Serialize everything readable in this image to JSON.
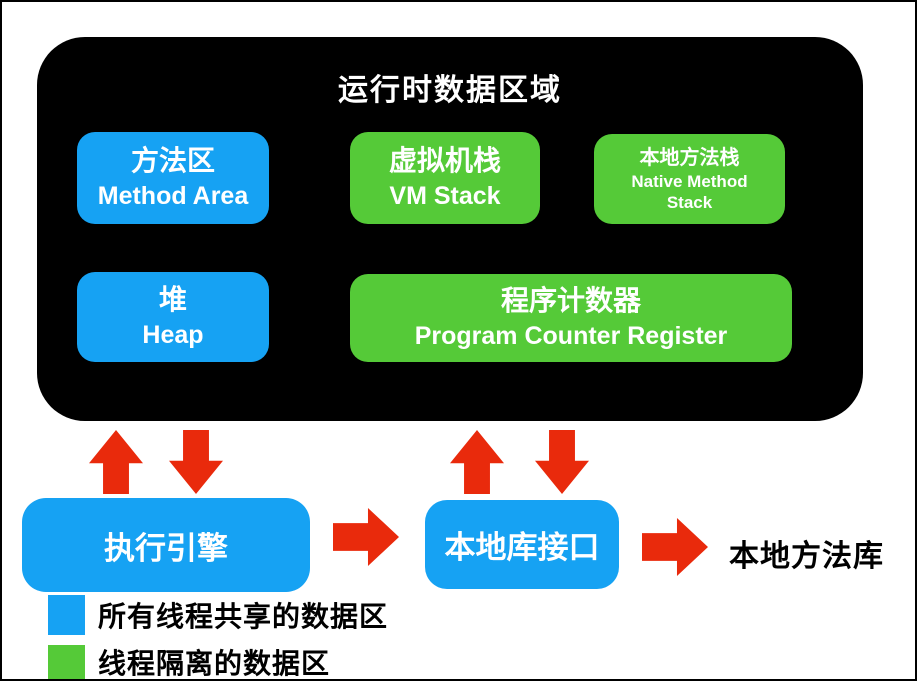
{
  "title": "运行时数据区域",
  "boxes": {
    "method_area": {
      "zh": "方法区",
      "en": "Method Area"
    },
    "vm_stack": {
      "zh": "虚拟机栈",
      "en": "VM Stack"
    },
    "native_method_stack": {
      "zh": "本地方法栈",
      "en_line1": "Native Method",
      "en_line2": "Stack"
    },
    "heap": {
      "zh": "堆",
      "en": "Heap"
    },
    "pc_register": {
      "zh": "程序计数器",
      "en": "Program Counter Register"
    }
  },
  "flow": {
    "execution_engine": "执行引擎",
    "native_interface": "本地库接口",
    "native_library": "本地方法库"
  },
  "legend": {
    "shared": "所有线程共享的数据区",
    "isolated": "线程隔离的数据区"
  },
  "colors": {
    "shared_blue": "#16A2F3",
    "isolated_green": "#55CA38",
    "arrow_red": "#E92A0C",
    "container_black": "#000000"
  }
}
